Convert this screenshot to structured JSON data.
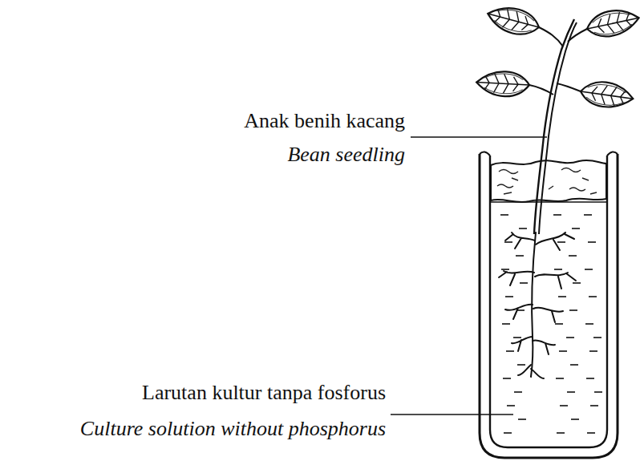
{
  "diagram": {
    "labels": [
      "Anak benih kacang",
      "Bean seedling",
      "Larutan kultur tanpa fosforus",
      "Culture solution without phosphorus"
    ]
  }
}
